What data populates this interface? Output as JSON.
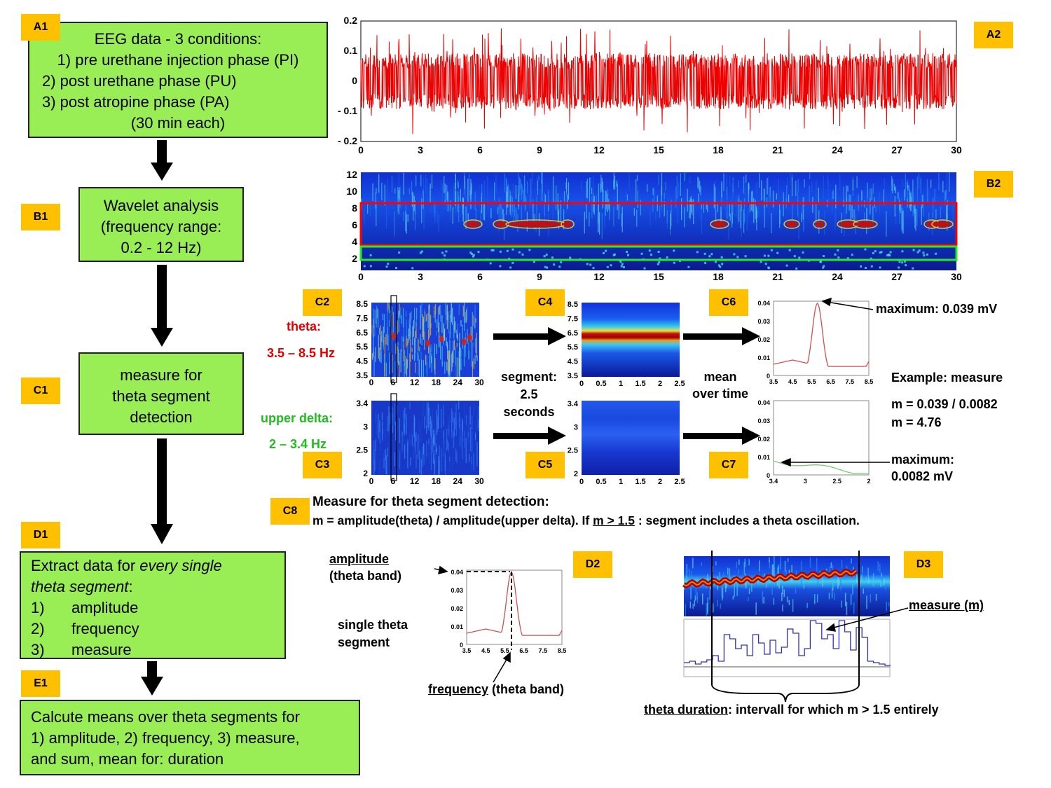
{
  "boxes": {
    "a1": {
      "tag": "A1",
      "lines": [
        "EEG data - 3 conditions:",
        "1) pre urethane injection phase (PI)",
        "2) post urethane phase (PU)",
        "3) post atropine phase (PA)",
        "(30 min each)"
      ]
    },
    "b1": {
      "tag": "B1",
      "lines": [
        "Wavelet analysis",
        "(frequency range:",
        "0.2 - 12 Hz)"
      ]
    },
    "c1": {
      "tag": "C1",
      "lines": [
        "measure for",
        "theta segment",
        "detection"
      ]
    },
    "d1": {
      "tag": "D1",
      "line1_plain": "Extract data for ",
      "line1_italic": "every single",
      "line2_italic": "theta segment",
      "line2_plain": ":",
      "items": [
        {
          "n": "1)",
          "t": "amplitude"
        },
        {
          "n": "2)",
          "t": "frequency"
        },
        {
          "n": "3)",
          "t": "measure"
        }
      ]
    },
    "e1": {
      "tag": "E1",
      "lines": [
        "Calcute means over theta segments for",
        "1) amplitude,  2) frequency, 3) measure,",
        "and sum, mean for: duration"
      ]
    }
  },
  "tags": {
    "a2": "A2",
    "b2": "B2",
    "c2": "C2",
    "c3": "C3",
    "c4": "C4",
    "c5": "C5",
    "c6": "C6",
    "c7": "C7",
    "c8": "C8",
    "d2": "D2",
    "d3": "D3"
  },
  "a2_axes": {
    "y_ticks": [
      "0.2",
      "0.1",
      "0",
      "- 0.1",
      "- 0.2"
    ],
    "x_ticks": [
      "0",
      "3",
      "6",
      "9",
      "12",
      "15",
      "18",
      "21",
      "24",
      "27",
      "30"
    ]
  },
  "b2_axes": {
    "y_ticks": [
      "12",
      "10",
      "8",
      "6",
      "4",
      "2"
    ],
    "x_ticks": [
      "0",
      "3",
      "6",
      "9",
      "12",
      "15",
      "18",
      "21",
      "24",
      "27",
      "30"
    ]
  },
  "c2_axes": {
    "y_ticks": [
      "8.5",
      "7.5",
      "6.5",
      "5.5",
      "4.5",
      "3.5"
    ],
    "x_ticks": [
      "0",
      "6",
      "12",
      "18",
      "24",
      "30"
    ]
  },
  "c3_axes": {
    "y_ticks": [
      "3.4",
      "3",
      "2.5",
      "2"
    ],
    "x_ticks": [
      "0",
      "6",
      "12",
      "18",
      "24",
      "30"
    ]
  },
  "c4_axes": {
    "y_ticks": [
      "8.5",
      "7.5",
      "6.5",
      "5.5",
      "4.5",
      "3.5"
    ],
    "x_ticks": [
      "0",
      "0.5",
      "1",
      "1.5",
      "2",
      "2.5"
    ]
  },
  "c5_axes": {
    "y_ticks": [
      "3.4",
      "3",
      "2.5",
      "2"
    ],
    "x_ticks": [
      "0",
      "0.5",
      "1",
      "1.5",
      "2",
      "2.5"
    ]
  },
  "c6_axes": {
    "y_ticks": [
      "0.04",
      "0.03",
      "0.02",
      "0.01",
      "0"
    ],
    "x_ticks": [
      "3.5",
      "4.5",
      "5.5",
      "6.5",
      "7.5",
      "8.5"
    ]
  },
  "c7_axes": {
    "y_ticks": [
      "0.04",
      "0.03",
      "0.02",
      "0.01",
      "0"
    ],
    "x_ticks": [
      "3.4",
      "3",
      "2.5",
      "2"
    ]
  },
  "d2_axes": {
    "y_ticks": [
      "0.04",
      "0.03",
      "0.02",
      "0.01",
      "0"
    ],
    "x_ticks": [
      "3.5",
      "4.5",
      "5.5",
      "6.5",
      "7.5",
      "8.5"
    ]
  },
  "labels": {
    "theta_name": "theta:",
    "theta_range": "3.5 – 8.5 Hz",
    "delta_name": "upper delta:",
    "delta_range": "2 – 3.4 Hz",
    "segment": [
      "segment:",
      "2.5",
      "seconds"
    ],
    "mean": [
      "mean",
      "over time"
    ],
    "max_theta": "maximum: 0.039 mV",
    "example": [
      "Example: measure",
      "m = 0.039 / 0.0082",
      "m = 4.76"
    ],
    "max_delta": [
      "maximum:",
      "0.0082 mV"
    ],
    "c8_title": "Measure for theta segment detection:",
    "c8_line_a": "m = amplitude(theta) / amplitude(upper delta). If ",
    "c8_line_u": "m > 1.5",
    "c8_line_b": " : segment includes a theta oscillation.",
    "d2_amp_u": "amplitude",
    "d2_amp_sub": "(theta band)",
    "d2_single": [
      "single theta",
      "segment"
    ],
    "d2_freq_u": "frequency",
    "d2_freq_rest": " (theta band)",
    "d3_measure": "measure (m)",
    "d3_dur_u": "theta duration",
    "d3_dur_rest": ": intervall for which m > 1.5 entirely"
  },
  "colors": {
    "green_box": "#99ee55",
    "tag": "#ffc000",
    "red": "#e00000",
    "green_text": "#22bb22",
    "eeg": "#ee0000"
  }
}
